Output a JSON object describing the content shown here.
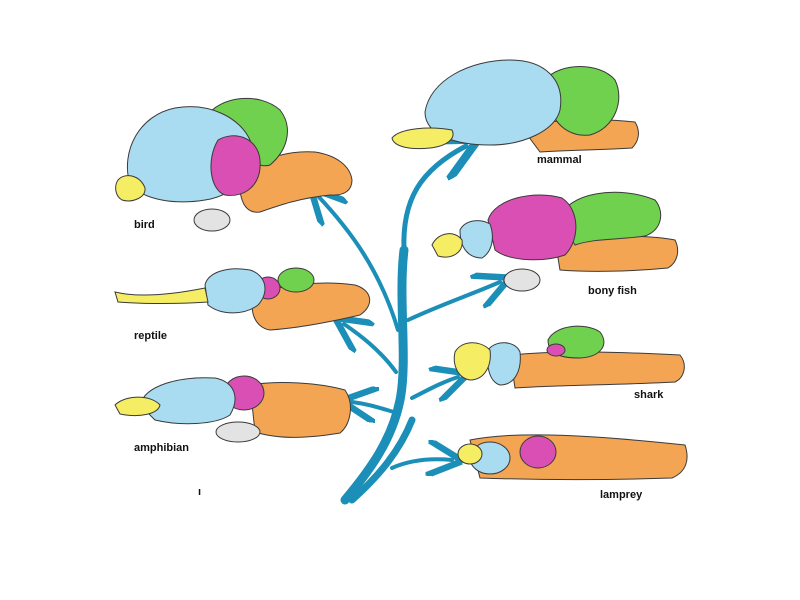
{
  "colors": {
    "forebrain": "#a9dcf0",
    "olfactory": "#f5ed63",
    "midbrain": "#d94fb4",
    "cerebellum": "#6fd14e",
    "hindbrain": "#f3a553",
    "pituitary": "#e3e3e3",
    "tree": "#1b8fb8",
    "outline": "#3a3a3a"
  },
  "labels": {
    "bird": "bird",
    "mammal": "mammal",
    "reptile": "reptile",
    "bony_fish": "bony fish",
    "shark": "shark",
    "amphibian": "amphibian",
    "lamprey": "lamprey",
    "stray_mark": "ı"
  }
}
